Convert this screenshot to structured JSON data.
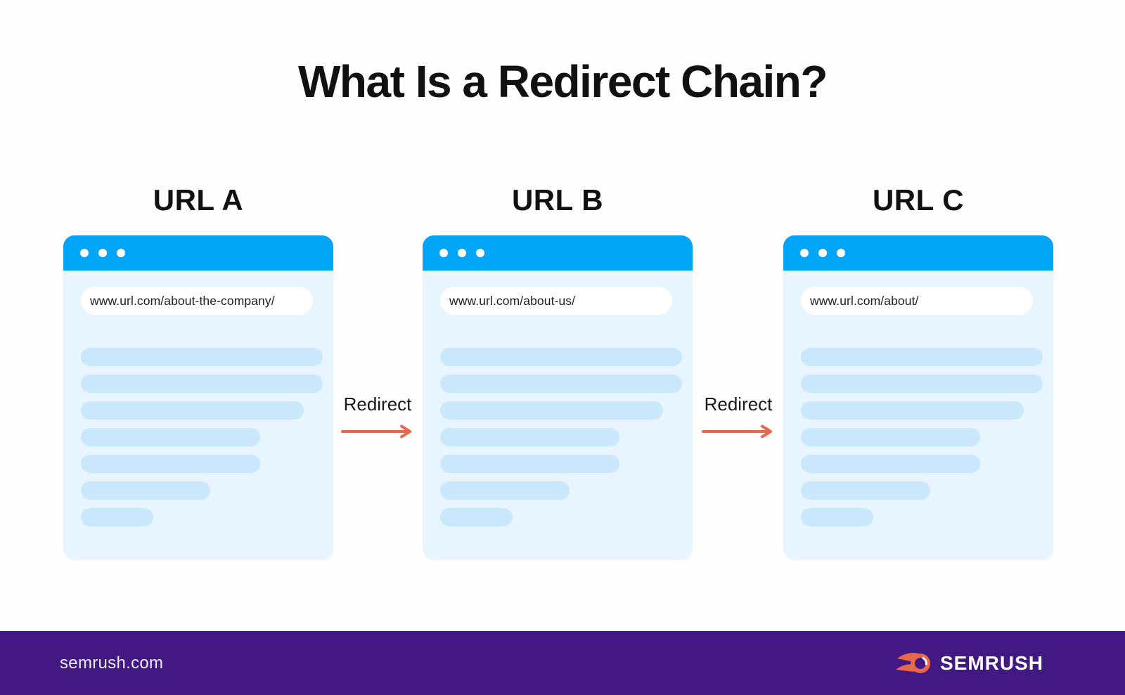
{
  "title": "What Is a Redirect Chain?",
  "browsers": [
    {
      "label": "URL A",
      "url": "www.url.com/about-the-company/"
    },
    {
      "label": "URL B",
      "url": "www.url.com/about-us/"
    },
    {
      "label": "URL C",
      "url": "www.url.com/about/"
    }
  ],
  "redirects": [
    {
      "label": "Redirect"
    },
    {
      "label": "Redirect"
    }
  ],
  "footer": {
    "site": "semrush.com",
    "brand": "SEMRUSH"
  },
  "icons": {
    "window_controls": "window-dots-icon",
    "redirect_arrow": "right-arrow-icon",
    "brand_mark": "semrush-flame-icon"
  },
  "colors": {
    "browser_header": "#00A5F8",
    "browser_body": "#E8F5FE",
    "skeleton_line": "#C9E8FC",
    "url_bar_bg": "#FFFFFF",
    "url_text": "#1E1E1E",
    "arrow": "#E8684B",
    "redirect_text": "#1A1A1A",
    "title_text": "#111111",
    "footer_bg": "#421983",
    "footer_text": "#ECE9F4",
    "brand_text": "#FFFFFF"
  }
}
